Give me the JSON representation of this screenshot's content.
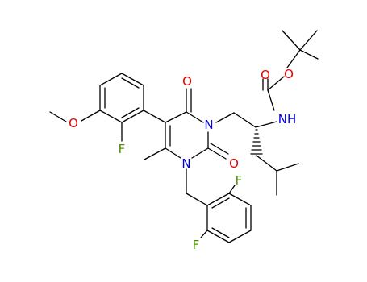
{
  "colors": {
    "carbon_bond": "#000000",
    "oxygen": "#e00000",
    "nitrogen": "#0000e0",
    "fluorine": "#4d8f00",
    "background": "#ffffff"
  },
  "atoms": {
    "o_boc_ether": "O",
    "o_boc_carbonyl": "O",
    "nh_carbamate": "NH",
    "n3": "N",
    "n1": "N",
    "o_c4": "O",
    "o_c2": "O",
    "o_methoxy": "O",
    "f_methoxyphenyl": "F",
    "f_benzyl_top": "F",
    "f_benzyl_bottom": "F"
  }
}
